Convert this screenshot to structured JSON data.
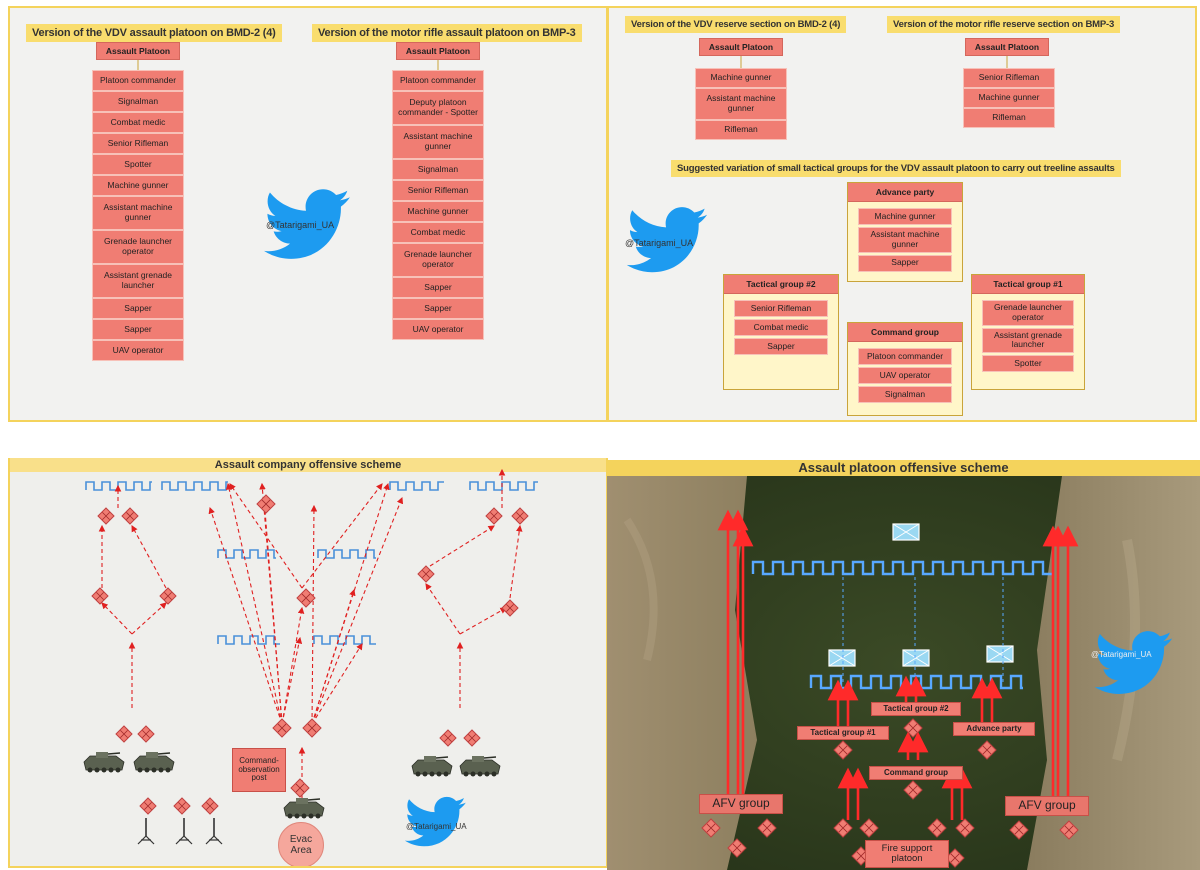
{
  "top_left": {
    "vdv_platoon": {
      "title": "Version of the VDV assault platoon on BMD-2 (4)",
      "header": "Assault Platoon",
      "roles": [
        "Platoon commander",
        "Signalman",
        "Combat medic",
        "Senior Rifleman",
        "Spotter",
        "Machine gunner",
        "Assistant machine gunner",
        "Grenade launcher operator",
        "Assistant grenade launcher",
        "Sapper",
        "Sapper",
        "UAV operator"
      ]
    },
    "mr_platoon": {
      "title": "Version of the motor rifle assault platoon on BMP-3",
      "header": "Assault Platoon",
      "roles": [
        "Platoon commander",
        "Deputy platoon commander - Spotter",
        "Assistant machine gunner",
        "Signalman",
        "Senior Rifleman",
        "Machine gunner",
        "Combat medic",
        "Grenade launcher operator",
        "Sapper",
        "Sapper",
        "UAV operator"
      ]
    },
    "handle": "@Tatarigami_UA"
  },
  "top_right": {
    "vdv_reserve": {
      "title": "Version of the VDV reserve section on BMD-2 (4)",
      "header": "Assault Platoon",
      "roles": [
        "Machine gunner",
        "Assistant machine gunner",
        "Rifleman"
      ]
    },
    "mr_reserve": {
      "title": "Version of the motor rifle reserve section on BMP-3",
      "header": "Assault Platoon",
      "roles": [
        "Senior Rifleman",
        "Machine gunner",
        "Rifleman"
      ]
    },
    "suggested_title": "Suggested variation of small tactical groups for the VDV assault platoon to carry out treeline assaults",
    "handle": "@Tatarigami_UA",
    "groups": {
      "advance": {
        "name": "Advance party",
        "roles": [
          "Machine gunner",
          "Assistant machine gunner",
          "Sapper"
        ]
      },
      "tg2": {
        "name": "Tactical group #2",
        "roles": [
          "Senior Rifleman",
          "Combat medic",
          "Sapper"
        ]
      },
      "tg1": {
        "name": "Tactical group #1",
        "roles": [
          "Grenade launcher operator",
          "Assistant grenade launcher",
          "Spotter"
        ]
      },
      "command": {
        "name": "Command group",
        "roles": [
          "Platoon commander",
          "UAV operator",
          "Signalman"
        ]
      }
    }
  },
  "bottom_left": {
    "title": "Assault company offensive scheme",
    "cop_label": "Command-observation post",
    "evac_label": "Evac Area",
    "handle": "@Tatarigami_UA"
  },
  "bottom_right": {
    "title": "Assault platoon offensive scheme",
    "handle": "@Tatarigami_UA",
    "labels": {
      "tg2": "Tactical group #2",
      "tg1": "Tactical group #1",
      "advance": "Advance party",
      "command": "Command group",
      "afv_left": "AFV group",
      "afv_right": "AFV group",
      "fire_support": "Fire support platoon"
    }
  },
  "colors": {
    "role_fill": "#f07d73",
    "title_fill": "#f9dd6e",
    "trench_blue": "#4a90d9",
    "arrow_red": "#e02020",
    "twitter_blue": "#1d9bf0"
  }
}
